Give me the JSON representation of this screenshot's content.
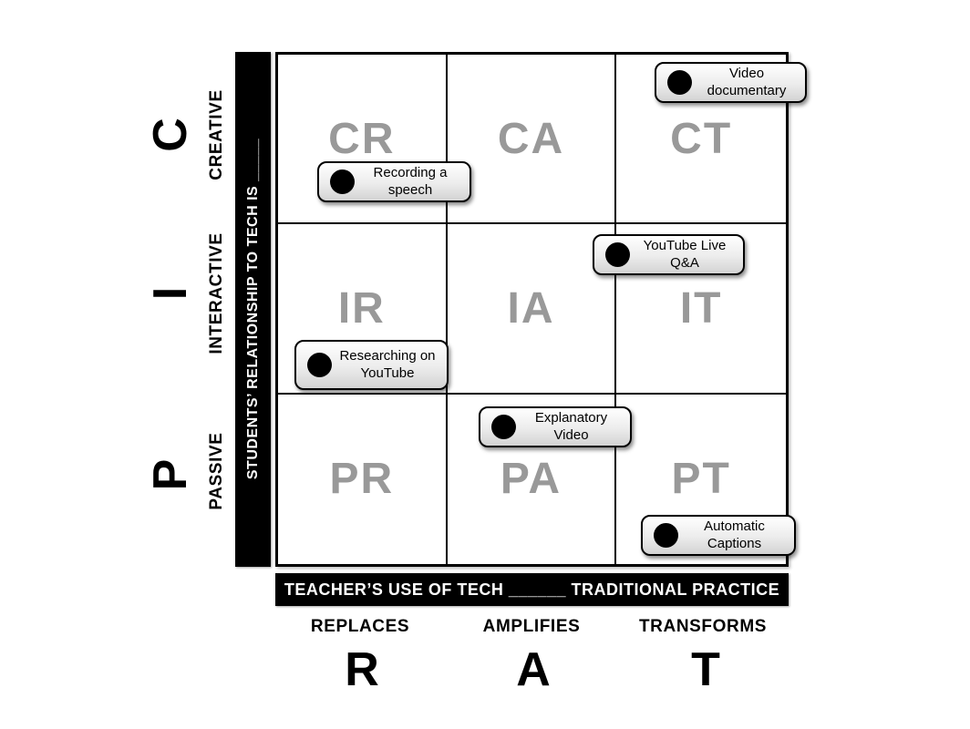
{
  "colors": {
    "axis_bar_bg": "#000000",
    "axis_bar_text": "#ffffff",
    "cell_letter": "#999999",
    "grid_line": "#000000",
    "token_bg_top": "#ffffff",
    "token_bg_bottom": "#d3d3d3"
  },
  "y_axis": {
    "bar_label": "STUDENTS’ RELATIONSHIP TO TECH IS _____",
    "levels": [
      {
        "letter": "C",
        "label": "CREATIVE"
      },
      {
        "letter": "I",
        "label": "INTERACTIVE"
      },
      {
        "letter": "P",
        "label": "PASSIVE"
      }
    ]
  },
  "x_axis": {
    "bar_label": "TEACHER’S USE OF TECH ______ TRADITIONAL PRACTICE",
    "levels": [
      {
        "letter": "R",
        "label": "REPLACES"
      },
      {
        "letter": "A",
        "label": "AMPLIFIES"
      },
      {
        "letter": "T",
        "label": "TRANSFORMS"
      }
    ]
  },
  "grid": {
    "cells": [
      "CR",
      "CA",
      "CT",
      "IR",
      "IA",
      "IT",
      "PR",
      "PA",
      "PT"
    ]
  },
  "tokens": [
    {
      "label": "Video documentary",
      "near_cell": "CT"
    },
    {
      "label": "Recording a speech",
      "near_cell": "CR"
    },
    {
      "label": "YouTube Live Q&A",
      "near_cell": "IT"
    },
    {
      "label": "Researching on YouTube",
      "near_cell": "IR"
    },
    {
      "label": "Explanatory Video",
      "near_cell": "PA"
    },
    {
      "label": "Automatic Captions",
      "near_cell": "PT"
    }
  ]
}
